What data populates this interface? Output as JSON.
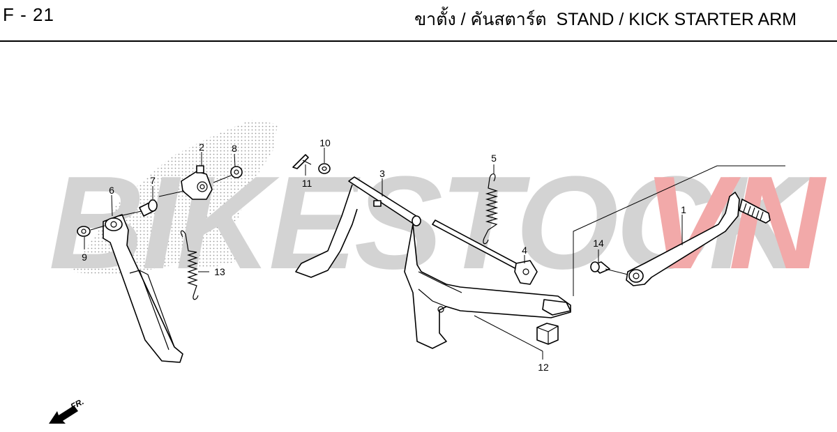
{
  "header": {
    "code": "F - 21",
    "title_thai": "ขาตั้ง / คันสตาร์ต",
    "title_en": "STAND / KICK STARTER ARM"
  },
  "watermark": {
    "text_main": "BIKESTOCK",
    "text_accent": "VN",
    "main_color": "#d3d3d3",
    "accent_color": "#f2a9a9"
  },
  "parts": {
    "p1": "1",
    "p2": "2",
    "p3": "3",
    "p4": "4",
    "p5": "5",
    "p6": "6",
    "p7": "7",
    "p8": "8",
    "p9": "9",
    "p10": "10",
    "p11": "11",
    "p12": "12",
    "p13": "13",
    "p14": "14"
  },
  "direction": {
    "label": "FR."
  }
}
